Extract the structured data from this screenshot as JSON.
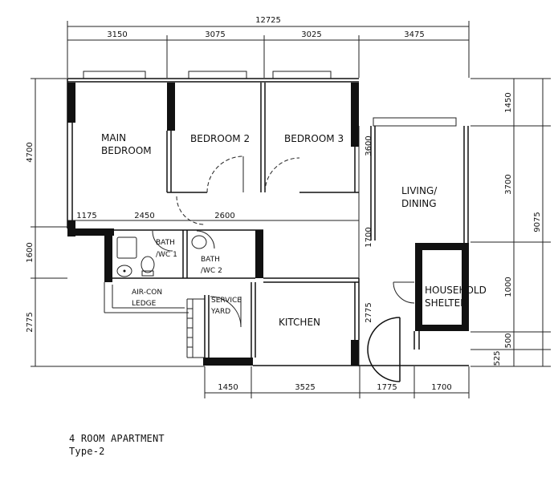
{
  "rooms": {
    "main_bedroom_line1": "MAIN",
    "main_bedroom_line2": "BEDROOM",
    "bedroom2": "BEDROOM 2",
    "bedroom3": "BEDROOM 3",
    "living_line1": "LIVING/",
    "living_line2": "DINING",
    "bath1_line1": "BATH",
    "bath1_line2": "/WC 1",
    "bath2_line1": "BATH",
    "bath2_line2": "/WC 2",
    "aircon_line1": "AIR-CON",
    "aircon_line2": "LEDGE",
    "service_line1": "SERVICE",
    "service_line2": "YARD",
    "kitchen": "KITCHEN",
    "household_line1": "HOUSEHOLD",
    "household_line2": "SHELTER"
  },
  "dimensions": {
    "top_total": "12725",
    "top": [
      "3150",
      "3075",
      "3025",
      "3475"
    ],
    "left": [
      "4700",
      "1600",
      "2775"
    ],
    "right_outer": "9075",
    "right": [
      "1450",
      "3700",
      "1000",
      "500",
      "525"
    ],
    "bottom": [
      "1450",
      "3525",
      "1775",
      "1700"
    ],
    "interior": [
      "1175",
      "2450",
      "2600",
      "3600",
      "1700",
      "2775"
    ]
  },
  "caption": {
    "line1": "4 ROOM APARTMENT",
    "line2": "Type-2"
  }
}
